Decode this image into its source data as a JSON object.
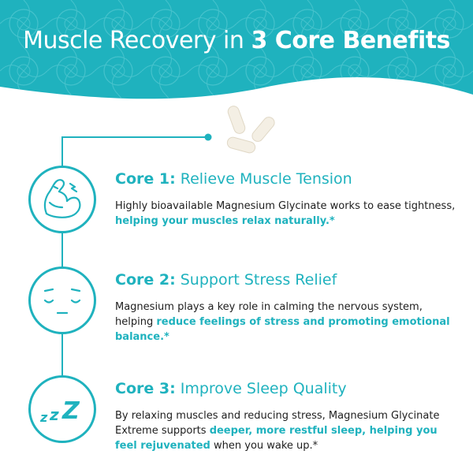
{
  "header": {
    "title_regular": "Muscle Recovery in ",
    "title_bold": "3 Core Benefits",
    "bg_color": "#1fb2be"
  },
  "accent_color": "#1fb2be",
  "cores": [
    {
      "label": "Core 1:",
      "heading": " Relieve Muscle Tension",
      "text_1": "Highly bioavailable Magnesium Glycinate works to ease tightness, ",
      "highlight_1": "helping your muscles relax naturally.*",
      "text_2": "",
      "highlight_2": "",
      "text_3": "",
      "icon": "flexed-arm-icon"
    },
    {
      "label": "Core 2:",
      "heading": " Support Stress Relief",
      "text_1": "Magnesium plays a key role in calming the nervous system, helping ",
      "highlight_1": "reduce feelings of stress and promoting emotional balance.*",
      "text_2": "",
      "highlight_2": "",
      "text_3": "",
      "icon": "calm-face-icon"
    },
    {
      "label": "Core 3:",
      "heading": " Improve Sleep Quality",
      "text_1": "By relaxing muscles and reducing stress, Magnesium Glycinate Extreme supports ",
      "highlight_1": "deeper, more restful sleep, helping you feel rejuvenated",
      "text_2": " when you wake up.*",
      "highlight_2": "",
      "text_3": "",
      "icon": "zzz-sleep-icon"
    }
  ],
  "sleep_icon_text": "zzZ",
  "capsules_icon": "capsules-icon"
}
